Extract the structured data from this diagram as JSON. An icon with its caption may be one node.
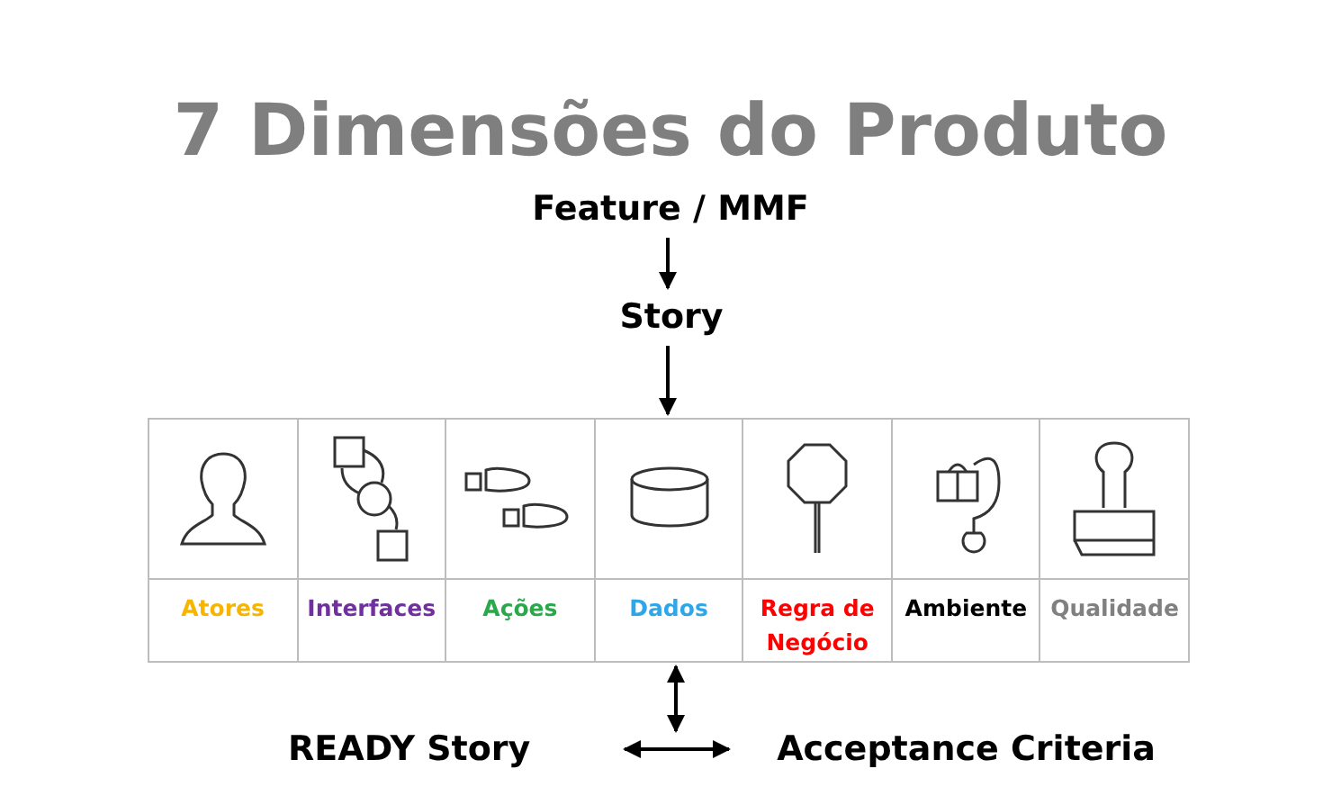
{
  "diagram": {
    "title": "7 Dimensões do Produto",
    "nodes": [
      {
        "text": [
          "Feature / MMF"
        ]
      },
      {
        "text": [
          "Story"
        ]
      },
      {
        "text": [],
        "shape": "box"
      },
      {
        "text": [
          "Atores"
        ],
        "in": 2
      },
      {
        "text": [
          "Interfaces"
        ],
        "in": 2
      },
      {
        "text": [
          "Ações"
        ],
        "in": 2
      },
      {
        "text": [
          "Dados"
        ],
        "in": 2
      },
      {
        "text": [
          "Regra de Negócio"
        ],
        "in": 2
      },
      {
        "text": [
          "Ambiente"
        ],
        "in": 2
      },
      {
        "text": [
          "Qualidade"
        ],
        "in": 2
      },
      {
        "text": [
          "READY Story"
        ]
      },
      {
        "text": [
          "Acceptance Criteria"
        ]
      }
    ],
    "edges": [
      {
        "from": 0,
        "to": 1,
        "arrow": "to"
      },
      {
        "from": 1,
        "to": 2,
        "arrow": "to"
      },
      {
        "from": 2,
        "to": null,
        "arrow": "both"
      },
      {
        "from": 10,
        "to": 11,
        "arrow": "both"
      }
    ]
  }
}
